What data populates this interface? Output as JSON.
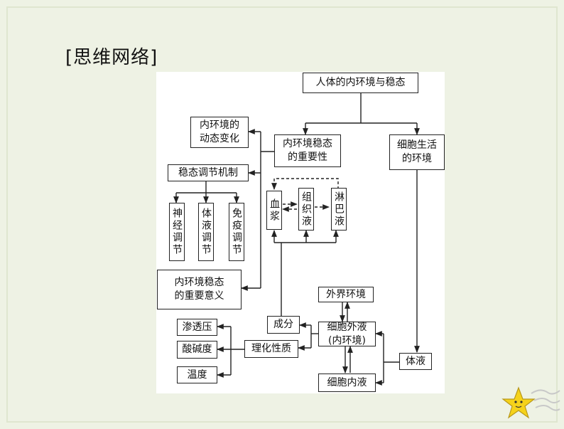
{
  "page": {
    "heading": "[思维网络]"
  },
  "diagram": {
    "root": "人体的内环境与稳态",
    "dynamic_change": "内环境的\n动态变化",
    "homeostasis_importance": "内环境稳态\n的重要性",
    "cell_environment": "细胞生活\n的环境",
    "regulation_mechanism": "稳态调节机制",
    "neural_regulation": "神经调节",
    "humoral_regulation": "体液调节",
    "immune_regulation": "免疫调节",
    "plasma": "血浆",
    "tissue_fluid": "组织液",
    "lymph": "淋巴液",
    "homeostasis_significance": "内环境稳态\n的重要意义",
    "external_environment": "外界环境",
    "composition": "成分",
    "extracellular_fluid": "细胞外液\n(内环境)",
    "physicochemical_properties": "理化性质",
    "body_fluid": "体液",
    "osmotic_pressure": "渗透压",
    "ph": "酸碱度",
    "temperature": "温度",
    "intracellular_fluid": "细胞内液"
  },
  "colors": {
    "background": "#eef2e4",
    "panel": "#ffffff",
    "line": "#222222",
    "star": "#f5d21a"
  }
}
